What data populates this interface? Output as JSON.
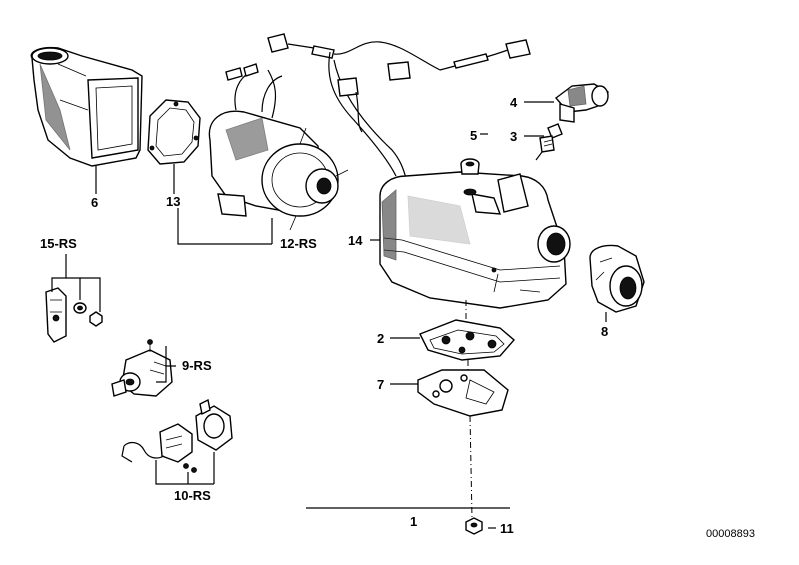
{
  "callouts": {
    "c1": "1",
    "c2": "2",
    "c3": "3",
    "c4": "4",
    "c5": "5",
    "c6": "6",
    "c7": "7",
    "c8": "8",
    "c9": "9-RS",
    "c10": "10-RS",
    "c11": "11",
    "c12": "12-RS",
    "c13": "13",
    "c14": "14",
    "c15": "15-RS"
  },
  "document_id": "00008893"
}
